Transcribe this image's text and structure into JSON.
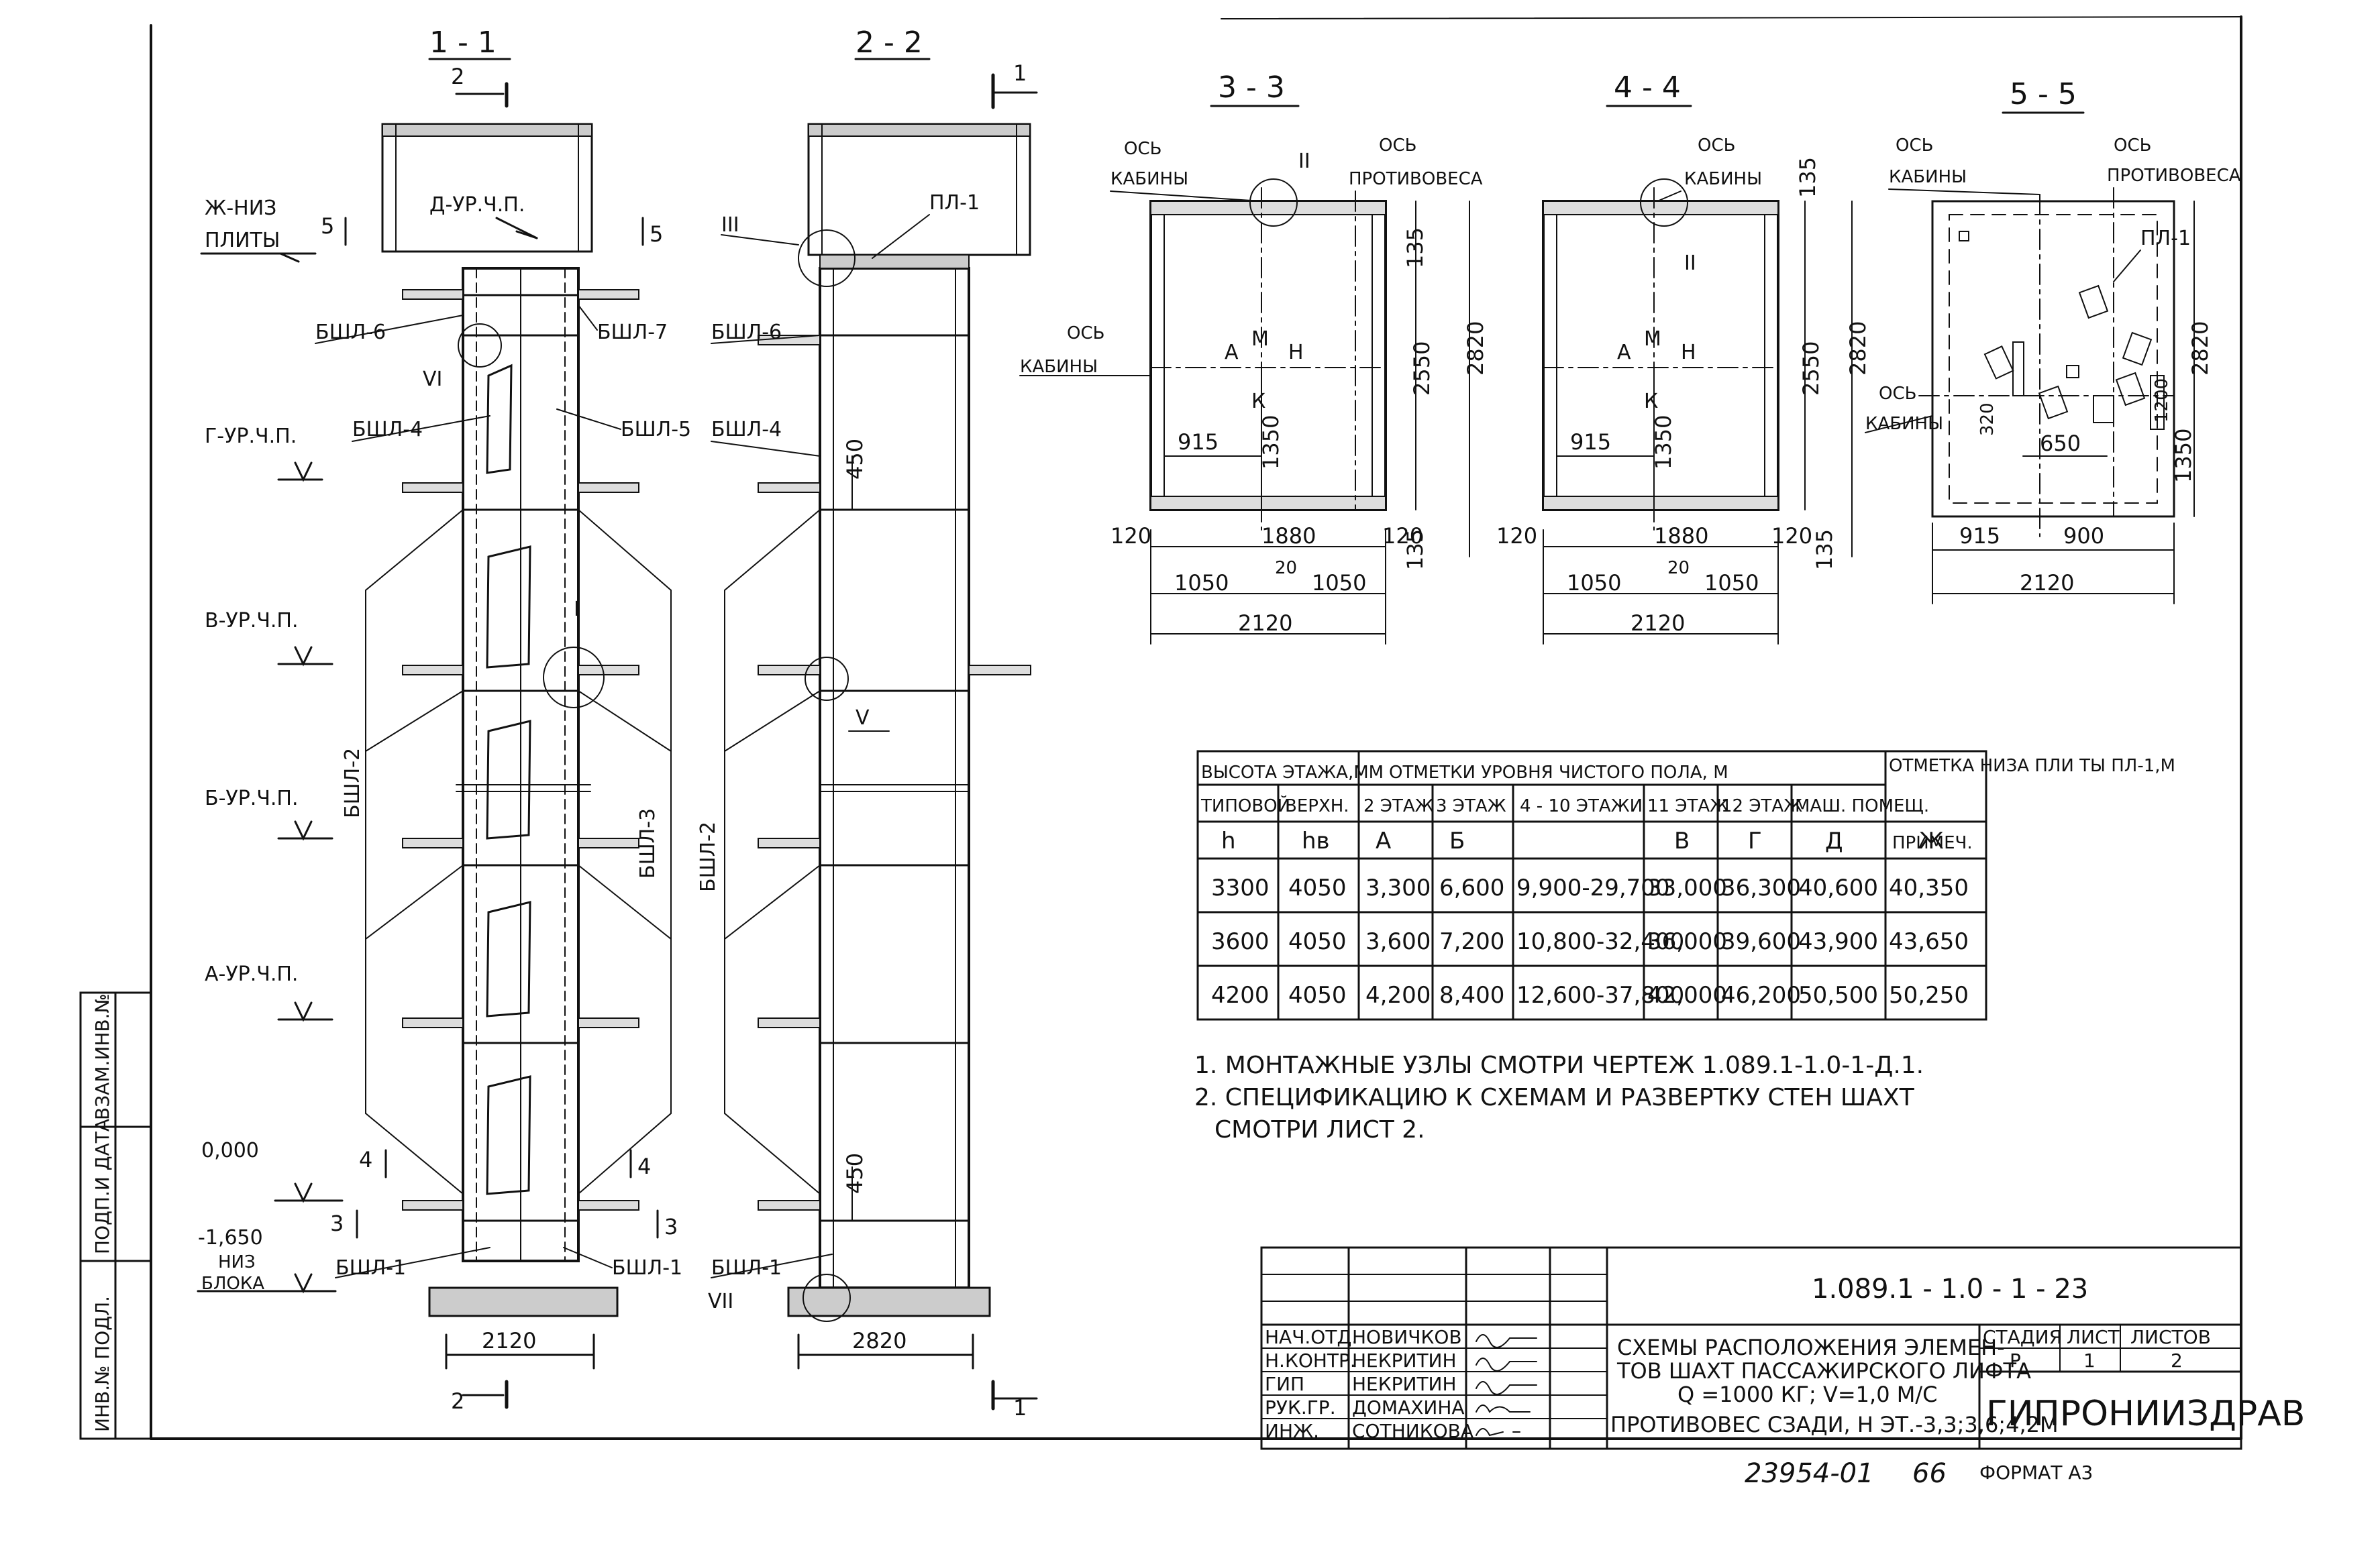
{
  "sections": {
    "s11": "1 - 1",
    "s22": "2 - 2",
    "s33": "3 - 3",
    "s44": "4 - 4",
    "s55": "5 - 5"
  },
  "cut_marks": [
    "2",
    "1",
    "2",
    "1",
    "5",
    "5",
    "4",
    "4",
    "3",
    "3"
  ],
  "levels": {
    "zh_line1": "Ж-НИЗ",
    "zh_line2": "ПЛИТЫ",
    "d": "Д-УР.Ч.П.",
    "g": "Г-УР.Ч.П.",
    "v": "В-УР.Ч.П.",
    "b": "Б-УР.Ч.П.",
    "a": "А-УР.Ч.П.",
    "zero": "0,000",
    "bottom": "-1,650",
    "bottom_l1": "НИЗ",
    "bottom_l2": "БЛОКА"
  },
  "elements": {
    "bsha1": "БШЛ-1",
    "bsha2": "БШЛ-2",
    "bsha3": "БШЛ-3",
    "bsha4": "БШЛ-4",
    "bsha5": "БШЛ-5",
    "bsha6": "БШЛ-6",
    "bsha7": "БШЛ-7",
    "pl1": "ПЛ-1"
  },
  "nodes": [
    "I",
    "II",
    "III",
    "V",
    "VI",
    "VII"
  ],
  "axes": {
    "cabin": "ОСЬ",
    "cabin2": "КАБИНЫ",
    "counter2": "ПРОТИВОВЕСА",
    "m": "М",
    "k": "К",
    "a": "А",
    "n": "Н"
  },
  "dims": {
    "d2120": "2120",
    "d2820": "2820",
    "d2550": "2550",
    "d1350": "1350",
    "d135": "135",
    "d915": "915",
    "d1880": "1880",
    "d120": "120",
    "d1050": "1050",
    "d20": "20",
    "d450": "450",
    "d650": "650",
    "d900": "900",
    "d320": "320",
    "d1200": "1200"
  },
  "table": {
    "h_floor": "ВЫСОТА ЭТАЖА,ММ",
    "h_marks": "ОТМЕТКИ УРОВНЯ ЧИСТОГО ПОЛА, М",
    "h_bottom": "ОТМЕТКА НИЗА ПЛИ ТЫ ПЛ-1,М",
    "h_note": "ПРИМЕЧ.",
    "sub": [
      "ТИПОВОЙ",
      "ВЕРХН.",
      "2 ЭТАЖ",
      "3 ЭТАЖ",
      "4 - 10 ЭТАЖИ",
      "11 ЭТАЖ",
      "12 ЭТАЖ",
      "МАШ. ПОМЕЩ."
    ],
    "letters": [
      "h",
      "hв",
      "А",
      "Б",
      "",
      "В",
      "Г",
      "Д",
      "Ж"
    ],
    "rows": [
      [
        "3300",
        "4050",
        "3,300",
        "6,600",
        "9,900-29,700",
        "33,000",
        "36,300",
        "40,600",
        "40,350"
      ],
      [
        "3600",
        "4050",
        "3,600",
        "7,200",
        "10,800-32,400",
        "36,000",
        "39,600",
        "43,900",
        "43,650"
      ],
      [
        "4200",
        "4050",
        "4,200",
        "8,400",
        "12,600-37,800",
        "42,000",
        "46,200",
        "50,500",
        "50,250"
      ]
    ]
  },
  "notes": {
    "n1": "1. МОНТАЖНЫЕ УЗЛЫ СМОТРИ ЧЕРТЕЖ 1.089.1-1.0-1-Д.1.",
    "n2a": "2. СПЕЦИФИКАЦИЮ К СХЕМАМ И РАЗВЕРТКУ СТЕН ШАХТ",
    "n2b": "СМОТРИ ЛИСТ 2."
  },
  "stamp": {
    "code": "1.089.1 - 1.0 - 1 - 23",
    "roles": [
      "НАЧ.ОТД.",
      "Н.КОНТР.",
      "ГИП",
      "РУК.ГР.",
      "ИНЖ."
    ],
    "names": [
      "НОВИЧКОВ",
      "НЕКРИТИН",
      "НЕКРИТИН",
      "ДОМАХИНА",
      "СОТНИКОВА"
    ],
    "title1": "СХЕМЫ РАСПОЛОЖЕНИЯ ЭЛЕМЕН-",
    "title2": "ТОВ ШАХТ ПАССАЖИРСКОГО ЛИФТА",
    "title3": "Q =1000 КГ; V=1,0 М/С",
    "title4": "ПРОТИВОВЕС СЗАДИ, Н ЭТ.-3,3;3,6;4,2М",
    "stage_h": "СТАДИЯ",
    "sheet_h": "ЛИСТ",
    "sheets_h": "ЛИСТОВ",
    "stage": "Р",
    "sheet": "1",
    "sheets": "2",
    "org": "ГИПРОНИИЗДРАВ",
    "inv": "23954-01",
    "page": "66",
    "format": "ФОРМАТ А3"
  },
  "side": {
    "v1": "ИНВ.№ ПОДЛ.",
    "v2": "ПОДП.И ДАТА",
    "v3": "ВЗАМ.ИНВ.№"
  }
}
